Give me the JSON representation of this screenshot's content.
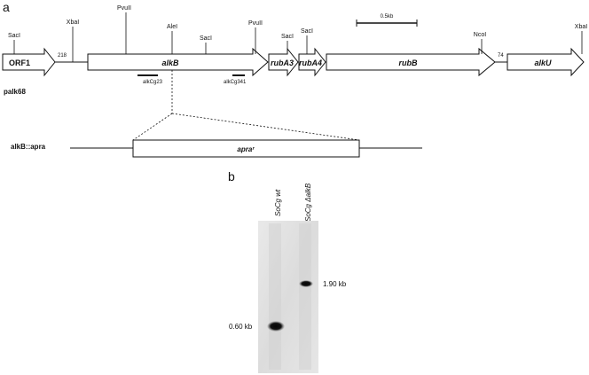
{
  "panel_a": {
    "label": "a",
    "plasmid_label": "palk68",
    "scale_bar_label": "0.5kb",
    "genes": [
      {
        "label": "ORF1",
        "italic": false,
        "bold": true
      },
      {
        "label": "alkB",
        "italic": true,
        "bold": true
      },
      {
        "label": "rubA3",
        "italic": true,
        "bold": true
      },
      {
        "label": "rubA4",
        "italic": true,
        "bold": true
      },
      {
        "label": "rubB",
        "italic": true,
        "bold": true
      },
      {
        "label": "alkU",
        "italic": true,
        "bold": true
      }
    ],
    "spacers": [
      "218",
      "74"
    ],
    "sites": [
      "SacI",
      "XbaI",
      "PvuII",
      "AleI",
      "SacI",
      "PvuII",
      "SacI",
      "SacI",
      "NcoI",
      "XbaI"
    ],
    "probes": [
      "alkCg23",
      "alkCg341"
    ],
    "insertion_construct": "alkB::apra",
    "insertion_cassette": "apraʳ"
  },
  "panel_b": {
    "label": "b",
    "lanes": [
      "SoCg wt",
      "SoCg ΔalkB"
    ],
    "bands": [
      {
        "lane": 0,
        "size_label": "0.60 kb"
      },
      {
        "lane": 1,
        "size_label": "1.90 kb"
      }
    ]
  }
}
